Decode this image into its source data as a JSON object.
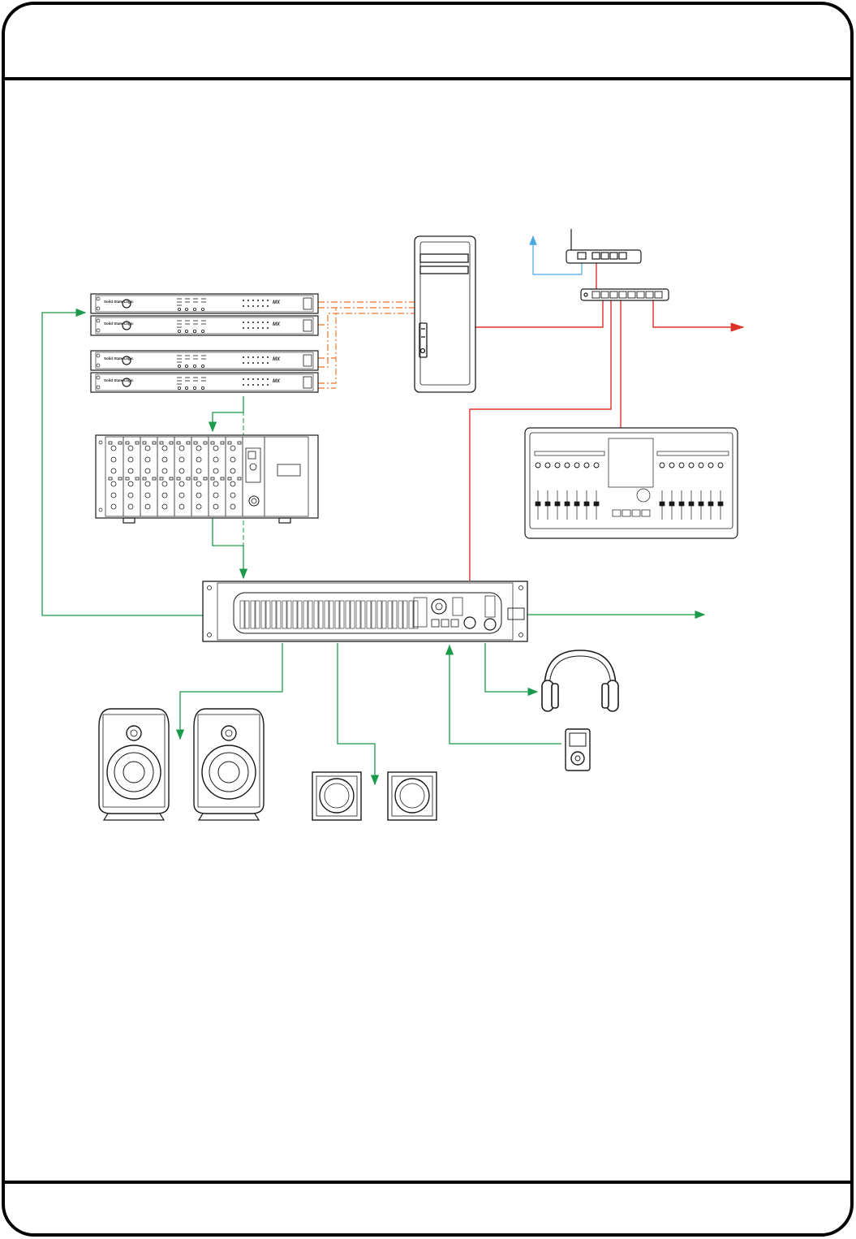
{
  "colors": {
    "frame": "#000000",
    "audio_green": "#1a9a4a",
    "network_red": "#e0302a",
    "digital_orange": "#f08a4b",
    "wifi_blue": "#4aa8e0",
    "device_stroke": "#1a1a1a",
    "panel_fill": "#ffffff"
  },
  "devices": {
    "converter_1": {
      "brand": "Solid State Logic",
      "model": "MX"
    },
    "converter_2": {
      "brand": "Solid State Logic",
      "model": "MX"
    },
    "converter_3": {
      "brand": "Solid State Logic",
      "model": "MX"
    },
    "converter_4": {
      "brand": "Solid State Logic",
      "model": "MX"
    }
  },
  "icons": {
    "computer": "tower-computer-icon",
    "router": "wifi-router-icon",
    "switch": "network-switch-icon",
    "controller": "control-surface-icon",
    "rack": "outboard-rack-icon",
    "interface": "audio-interface-icon",
    "speaker": "studio-monitor-icon",
    "sub": "subwoofer-icon",
    "headphones": "headphones-icon",
    "player": "media-player-icon"
  }
}
